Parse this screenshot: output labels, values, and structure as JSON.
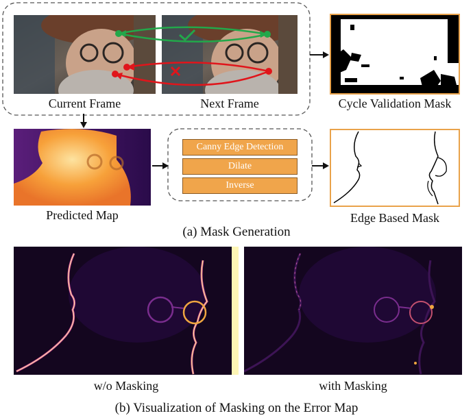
{
  "captions": {
    "current_frame": "Current Frame",
    "next_frame": "Next Frame",
    "cycle_mask": "Cycle Validation Mask",
    "predicted_map": "Predicted Map",
    "edge_mask": "Edge Based Mask",
    "section_a": "(a) Mask Generation",
    "wo_masking": "w/o Masking",
    "with_masking": "with Masking",
    "section_b": "(b) Visualization of Masking on the Error Map"
  },
  "pipeline_steps": [
    "Canny Edge Detection",
    "Dilate",
    "Inverse"
  ],
  "colors": {
    "accent_border": "#e9a24a",
    "step_fill": "#f0a54b",
    "valid_match": "#22a84a",
    "invalid_match": "#e0151b",
    "dashed_frame": "#555555"
  },
  "icons": [
    "check-icon",
    "cross-icon",
    "arrow-right-icon",
    "arrow-down-icon"
  ]
}
